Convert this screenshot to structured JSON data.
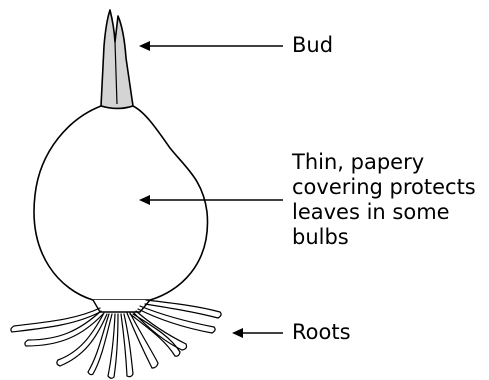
{
  "labels": {
    "bud": "Bud",
    "covering": {
      "line1": "Thin, papery",
      "line2": "covering protects",
      "line3": "leaves in some",
      "line4": "bulbs"
    },
    "roots": "Roots"
  },
  "colors": {
    "line": "#000000",
    "bud_fill": "#d4d4d4",
    "bulb_fill": "#ffffff",
    "background": "#ffffff"
  }
}
